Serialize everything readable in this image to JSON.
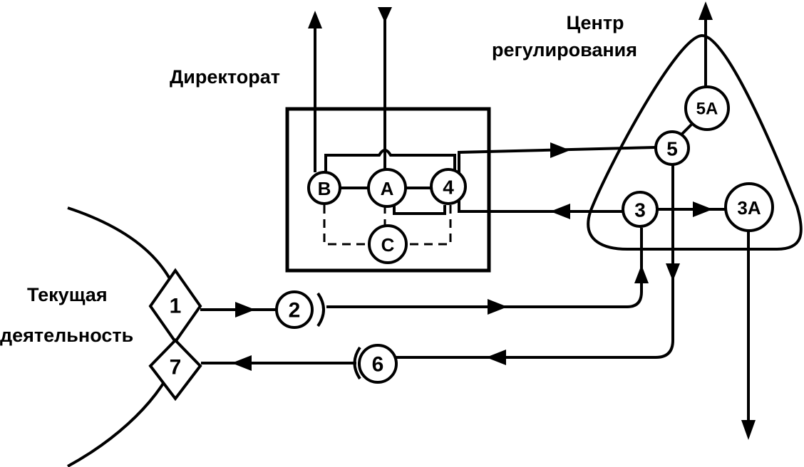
{
  "labels": {
    "directorate": "Директорат",
    "control_center_line1": "Центр",
    "control_center_line2": "регулирования",
    "current_activity_line1": "Текущая",
    "current_activity_line2": "деятельность"
  },
  "nodes": {
    "B": "B",
    "A": "A",
    "n4": "4",
    "C": "C",
    "n1": "1",
    "n2": "2",
    "n3": "3",
    "n3A": "3A",
    "n5": "5",
    "n5A": "5A",
    "n6": "6",
    "n7": "7"
  }
}
